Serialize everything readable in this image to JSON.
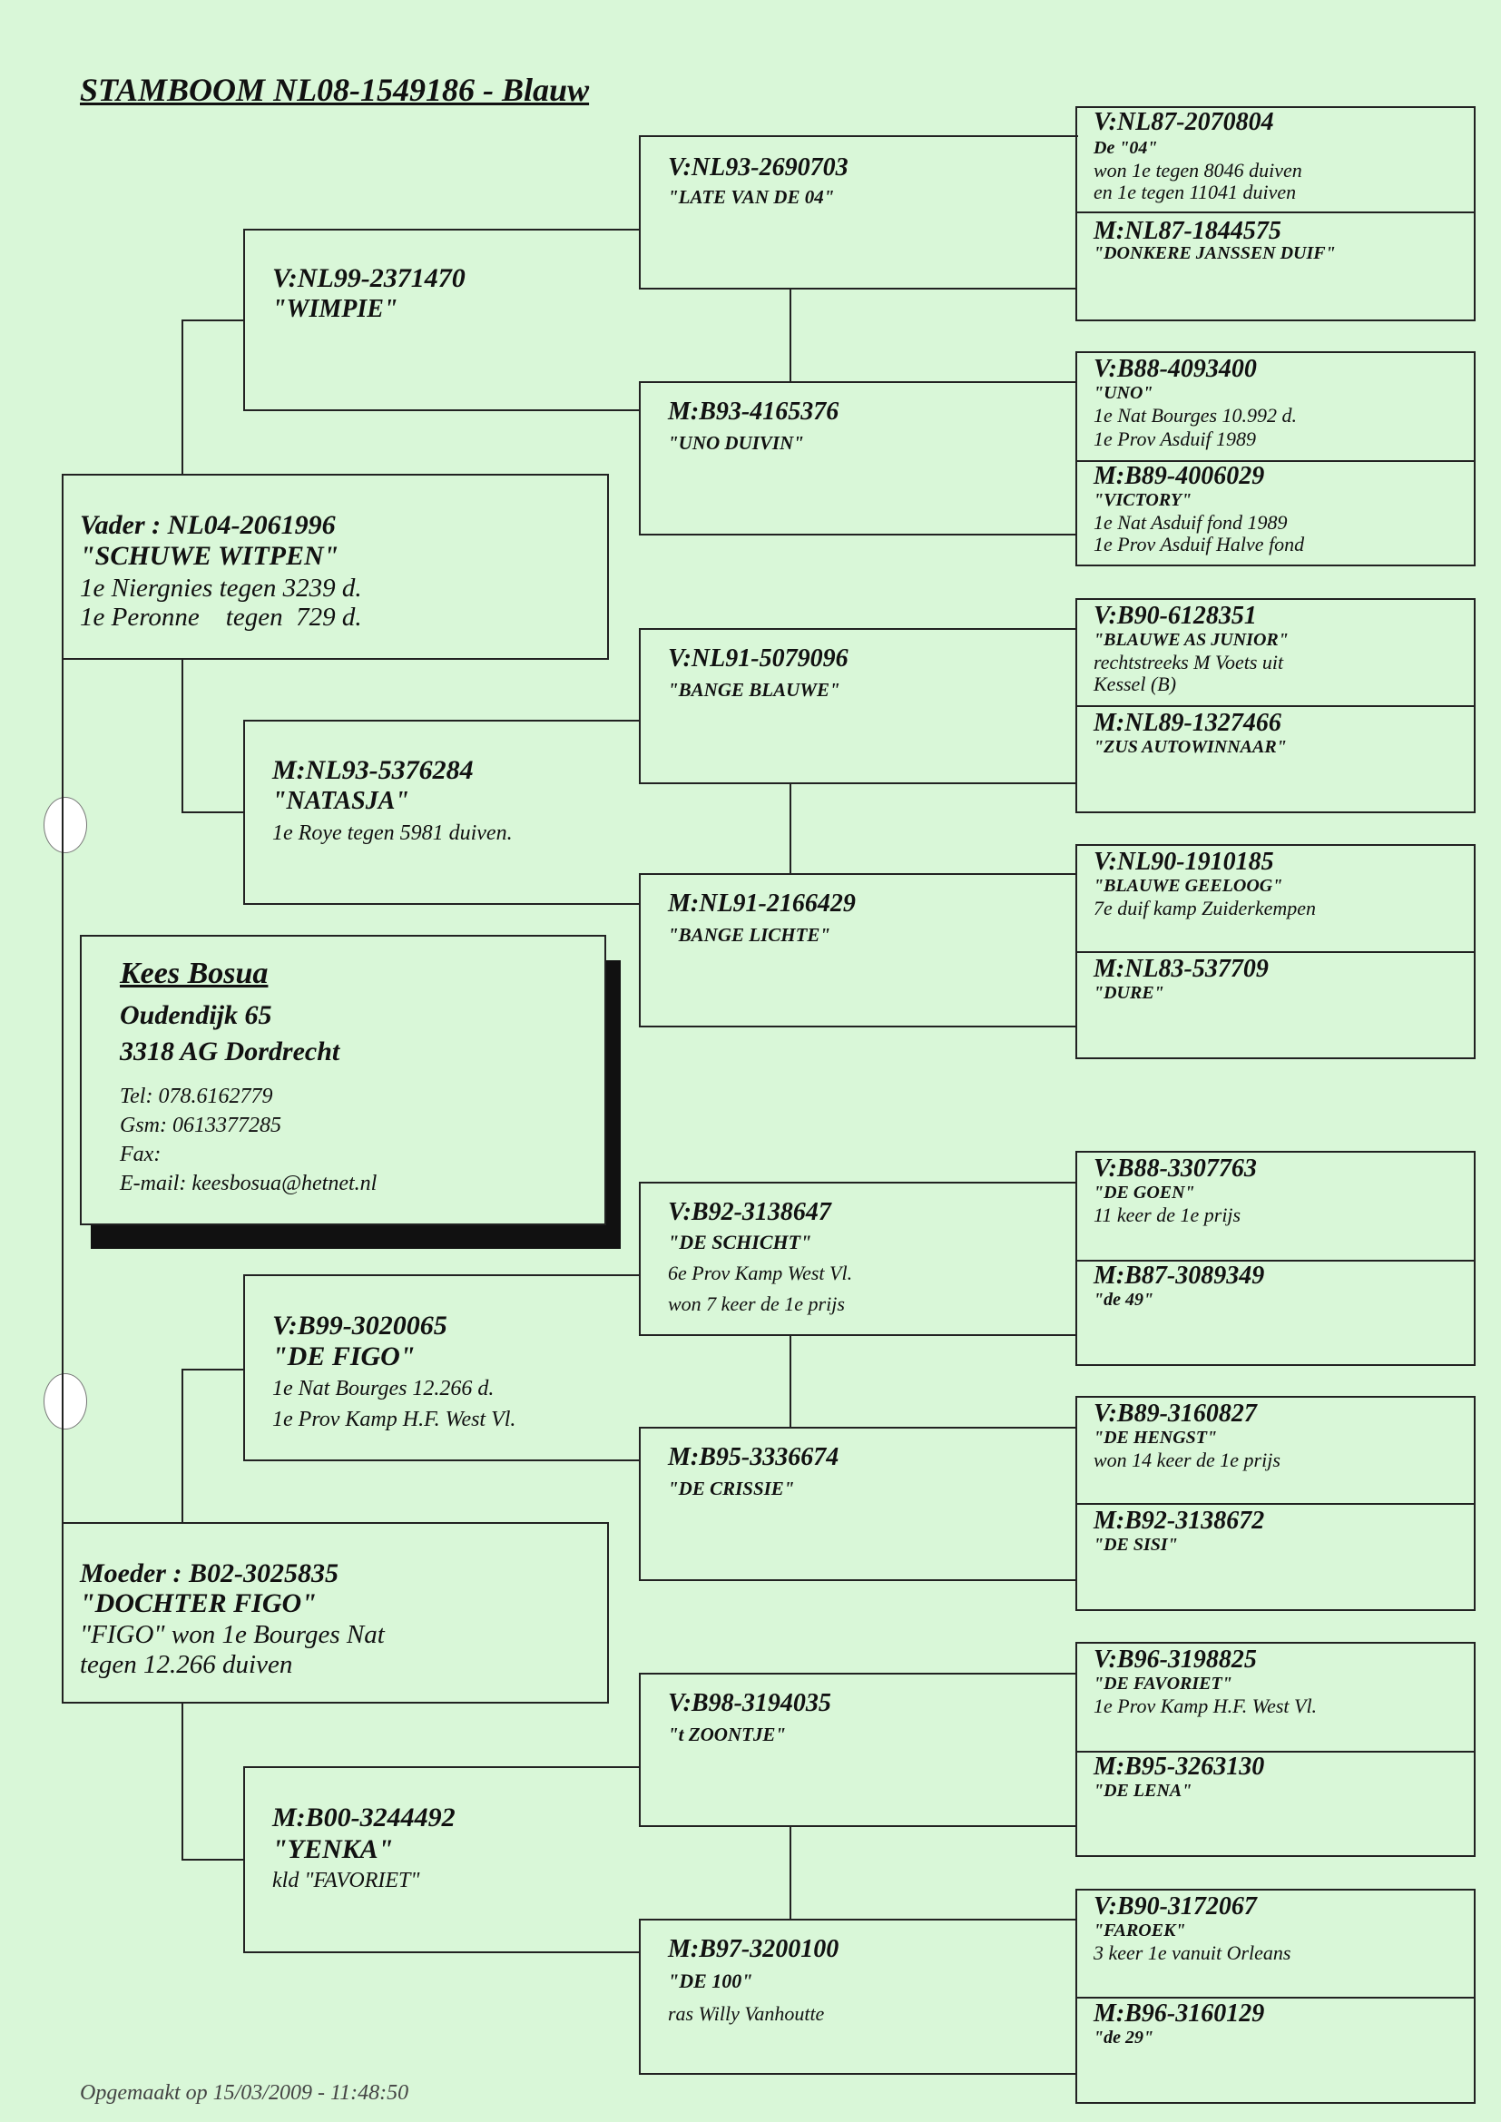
{
  "title": "STAMBOOM  NL08-1549186 - Blauw",
  "gen1": {
    "sire": {
      "code": "Vader : NL04-2061996",
      "name": "\"SCHUWE WITPEN\"",
      "notes": [
        "1e Niergnies tegen 3239 d.",
        "1e Peronne    tegen  729 d."
      ]
    },
    "dam": {
      "code": "Moeder : B02-3025835",
      "name": "\"DOCHTER FIGO\"",
      "notes": [
        "\"FIGO\" won 1e Bourges Nat",
        "tegen 12.266 duiven"
      ]
    }
  },
  "gen2": [
    {
      "code": "V:NL99-2371470",
      "name": "\"WIMPIE\"",
      "notes": []
    },
    {
      "code": "M:NL93-5376284",
      "name": "\"NATASJA\"",
      "notes": [
        "1e Roye tegen 5981 duiven."
      ]
    },
    {
      "code": "V:B99-3020065",
      "name": "\"DE FIGO\"",
      "notes": [
        "1e Nat Bourges 12.266 d.",
        "1e Prov Kamp H.F. West Vl."
      ]
    },
    {
      "code": "M:B00-3244492",
      "name": "\"YENKA\"",
      "notes": [
        "kld \"FAVORIET\""
      ]
    }
  ],
  "gen3": [
    {
      "code": "V:NL93-2690703",
      "name": "\"LATE VAN DE 04\"",
      "notes": []
    },
    {
      "code": "M:B93-4165376",
      "name": "\"UNO DUIVIN\"",
      "notes": []
    },
    {
      "code": "V:NL91-5079096",
      "name": "\"BANGE BLAUWE\"",
      "notes": []
    },
    {
      "code": "M:NL91-2166429",
      "name": "\"BANGE LICHTE\"",
      "notes": []
    },
    {
      "code": "V:B92-3138647",
      "name": "\"DE SCHICHT\"",
      "notes": [
        "6e Prov Kamp West Vl.",
        "won 7 keer de 1e prijs"
      ]
    },
    {
      "code": "M:B95-3336674",
      "name": "\"DE CRISSIE\"",
      "notes": []
    },
    {
      "code": "V:B98-3194035",
      "name": "\"t ZOONTJE\"",
      "notes": []
    },
    {
      "code": "M:B97-3200100",
      "name": "\"DE 100\"",
      "notes": [
        "ras Willy Vanhoutte"
      ]
    }
  ],
  "gen4": [
    {
      "code": "V:NL87-2070804",
      "name": "De \"04\"",
      "notes": [
        "won 1e tegen 8046 duiven",
        "en 1e tegen 11041 duiven"
      ]
    },
    {
      "code": "M:NL87-1844575",
      "name": "\"DONKERE JANSSEN DUIF\"",
      "notes": []
    },
    {
      "code": "V:B88-4093400",
      "name": "\"UNO\"",
      "notes": [
        "1e Nat Bourges 10.992 d.",
        "1e Prov Asduif 1989"
      ]
    },
    {
      "code": "M:B89-4006029",
      "name": "\"VICTORY\"",
      "notes": [
        "1e Nat Asduif fond 1989",
        "1e Prov Asduif Halve fond"
      ]
    },
    {
      "code": "V:B90-6128351",
      "name": "\"BLAUWE AS JUNIOR\"",
      "notes": [
        "rechtstreeks M Voets uit",
        "Kessel (B)"
      ]
    },
    {
      "code": "M:NL89-1327466",
      "name": "\"ZUS AUTOWINNAAR\"",
      "notes": []
    },
    {
      "code": "V:NL90-1910185",
      "name": "\"BLAUWE GEELOOG\"",
      "notes": [
        "7e duif kamp Zuiderkempen"
      ]
    },
    {
      "code": "M:NL83-537709",
      "name": "\"DURE\"",
      "notes": []
    },
    {
      "code": "V:B88-3307763",
      "name": "\"DE GOEN\"",
      "notes": [
        "11 keer de 1e prijs"
      ]
    },
    {
      "code": "M:B87-3089349",
      "name": "\"de 49\"",
      "notes": []
    },
    {
      "code": "V:B89-3160827",
      "name": "\"DE HENGST\"",
      "notes": [
        "won 14 keer de 1e prijs"
      ]
    },
    {
      "code": "M:B92-3138672",
      "name": "\"DE SISI\"",
      "notes": []
    },
    {
      "code": "V:B96-3198825",
      "name": "\"DE FAVORIET\"",
      "notes": [
        "1e Prov Kamp H.F. West Vl."
      ]
    },
    {
      "code": "M:B95-3263130",
      "name": "\"DE LENA\"",
      "notes": []
    },
    {
      "code": "V:B90-3172067",
      "name": "\"FAROEK\"",
      "notes": [
        "3 keer 1e vanuit Orleans"
      ]
    },
    {
      "code": "M:B96-3160129",
      "name": "\"de 29\"",
      "notes": []
    }
  ],
  "owner": {
    "name": "Kees Bosua",
    "street": "Oudendijk 65",
    "city": "3318 AG Dordrecht",
    "tel": "Tel: 078.6162779",
    "gsm": "Gsm: 0613377285",
    "fax": "Fax:",
    "email": "E-mail: keesbosua@hetnet.nl"
  },
  "footer": "Opgemaakt op 15/03/2009 - 11:48:50"
}
